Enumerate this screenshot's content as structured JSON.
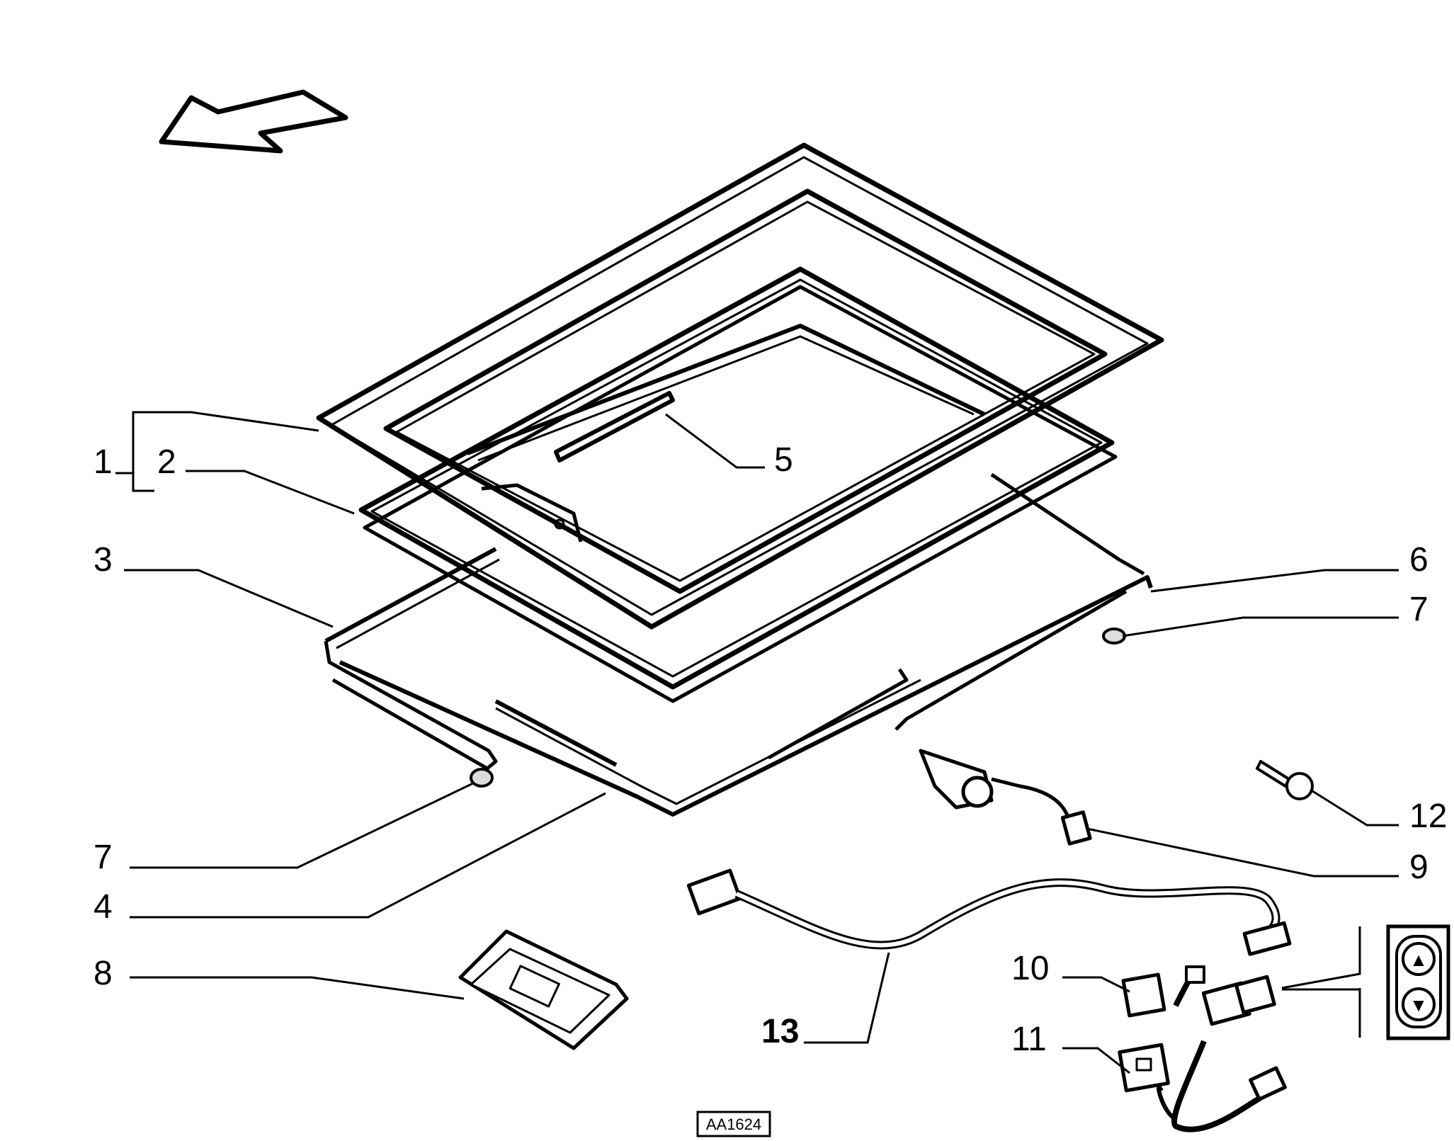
{
  "figure_code": "AA1624",
  "callouts": {
    "c1": "1",
    "c2": "2",
    "c3": "3",
    "c4": "4",
    "c5": "5",
    "c6": "6",
    "c7_right": "7",
    "c7_left": "7",
    "c8": "8",
    "c9": "9",
    "c10": "10",
    "c11": "11",
    "c12": "12",
    "c13": "13"
  },
  "switch_symbols": {
    "up": "▲",
    "down": "▼"
  }
}
